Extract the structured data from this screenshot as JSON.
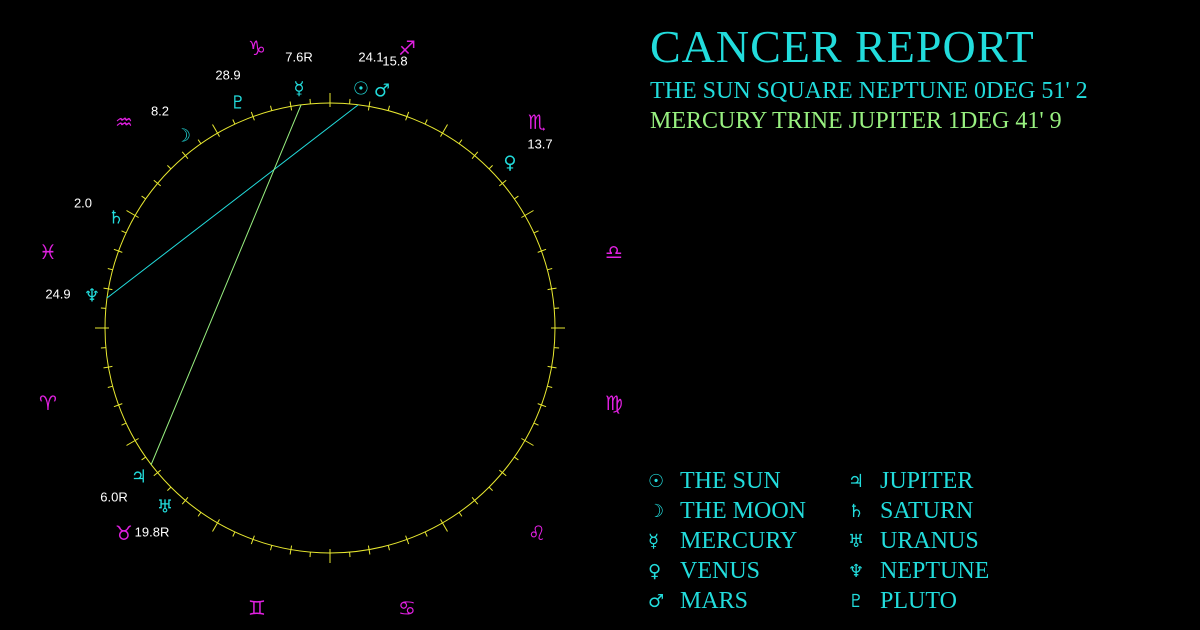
{
  "title": "CANCER REPORT",
  "aspects": [
    {
      "text": "THE SUN SQUARE NEPTUNE 0DEG 51' 2",
      "color": "#22dcdc"
    },
    {
      "text": "MERCURY TRINE JUPITER 1DEG 41' 9",
      "color": "#98f080"
    }
  ],
  "colors": {
    "background": "#000000",
    "circle": "#e8e830",
    "planet": "#22dcdc",
    "sign": "#e020e0",
    "degree_label": "#ffffff",
    "square_line": "#22dcdc",
    "trine_line": "#98f080"
  },
  "signs": [
    {
      "name": "capricorn",
      "symbol": "♑"
    },
    {
      "name": "aquarius",
      "symbol": "♒"
    },
    {
      "name": "pisces",
      "symbol": "♓"
    },
    {
      "name": "aries",
      "symbol": "♈"
    },
    {
      "name": "taurus",
      "symbol": "♉"
    },
    {
      "name": "gemini",
      "symbol": "♊"
    },
    {
      "name": "cancer",
      "symbol": "♋"
    },
    {
      "name": "leo",
      "symbol": "♌"
    },
    {
      "name": "virgo",
      "symbol": "♍"
    },
    {
      "name": "libra",
      "symbol": "♎"
    },
    {
      "name": "scorpio",
      "symbol": "♏"
    },
    {
      "name": "sagittarius",
      "symbol": "♐"
    }
  ],
  "planets": [
    {
      "name": "mercury",
      "symbol": "☿",
      "label": "7.6R"
    },
    {
      "name": "sun",
      "symbol": "☉",
      "label": "24.1"
    },
    {
      "name": "mars",
      "symbol": "♂",
      "label": "15.8"
    },
    {
      "name": "venus",
      "symbol": "♀",
      "label": "13.7"
    },
    {
      "name": "pluto",
      "symbol": "♇",
      "label": "28.9"
    },
    {
      "name": "moon",
      "symbol": "☽",
      "label": "8.2"
    },
    {
      "name": "saturn",
      "symbol": "♄",
      "label": "2.0"
    },
    {
      "name": "neptune",
      "symbol": "♆",
      "label": "24.9"
    },
    {
      "name": "jupiter",
      "symbol": "♃",
      "label": "6.0R"
    },
    {
      "name": "uranus",
      "symbol": "♅",
      "label": "19.8R"
    }
  ],
  "legend": [
    {
      "symbol": "☉",
      "label": "THE SUN"
    },
    {
      "symbol": "☽",
      "label": "THE MOON"
    },
    {
      "symbol": "☿",
      "label": "MERCURY"
    },
    {
      "symbol": "♀",
      "label": "VENUS"
    },
    {
      "symbol": "♂",
      "label": "MARS"
    },
    {
      "symbol": "♃",
      "label": "JUPITER"
    },
    {
      "symbol": "♄",
      "label": "SATURN"
    },
    {
      "symbol": "♅",
      "label": "URANUS"
    },
    {
      "symbol": "♆",
      "label": "NEPTUNE"
    },
    {
      "symbol": "♇",
      "label": "PLUTO"
    }
  ]
}
